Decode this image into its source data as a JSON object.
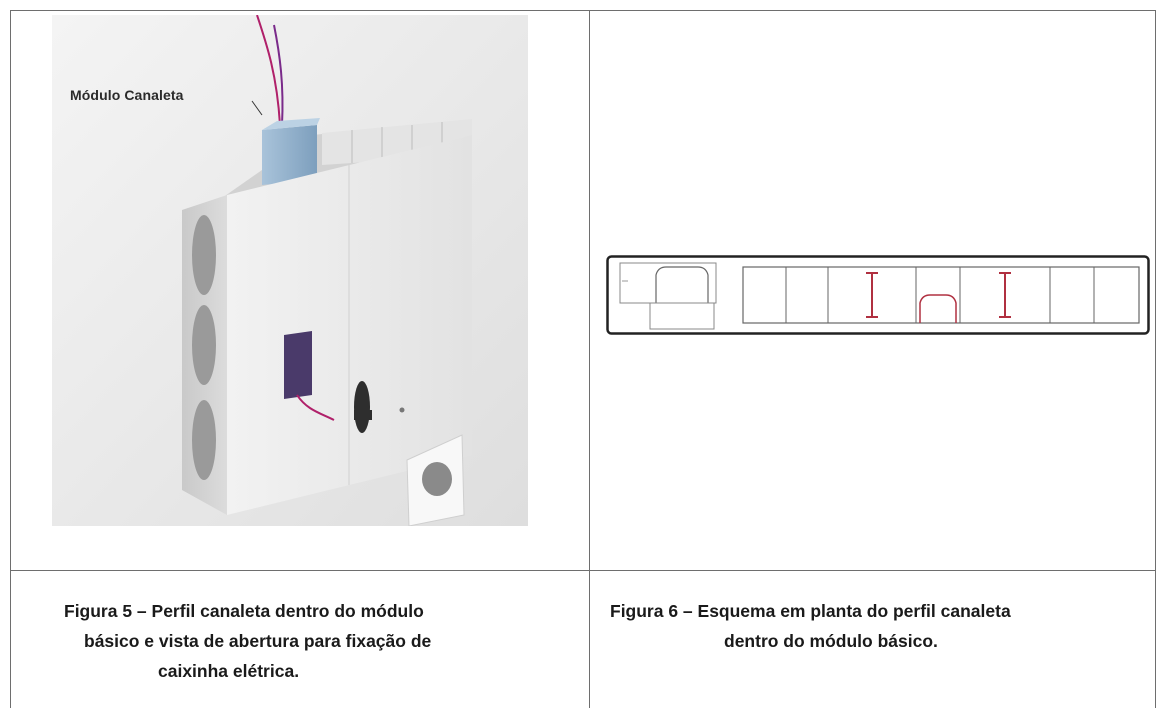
{
  "figure5": {
    "callout": "Módulo Canaleta",
    "caption_line1": "Figura 5 – Perfil canaleta dentro do módulo",
    "caption_line2": "básico e vista de abertura para fixação de",
    "caption_line3": "caixinha elétrica."
  },
  "figure6": {
    "caption_line1": "Figura 6 – Esquema em planta do perfil canaleta",
    "caption_line2": "dentro do módulo básico."
  },
  "colors": {
    "border": "#6e6e6e",
    "panel": "#ececec",
    "canaleta_blue": "#8fb0cc",
    "wire_magenta": "#b0206a",
    "plan_red": "#b03040"
  }
}
